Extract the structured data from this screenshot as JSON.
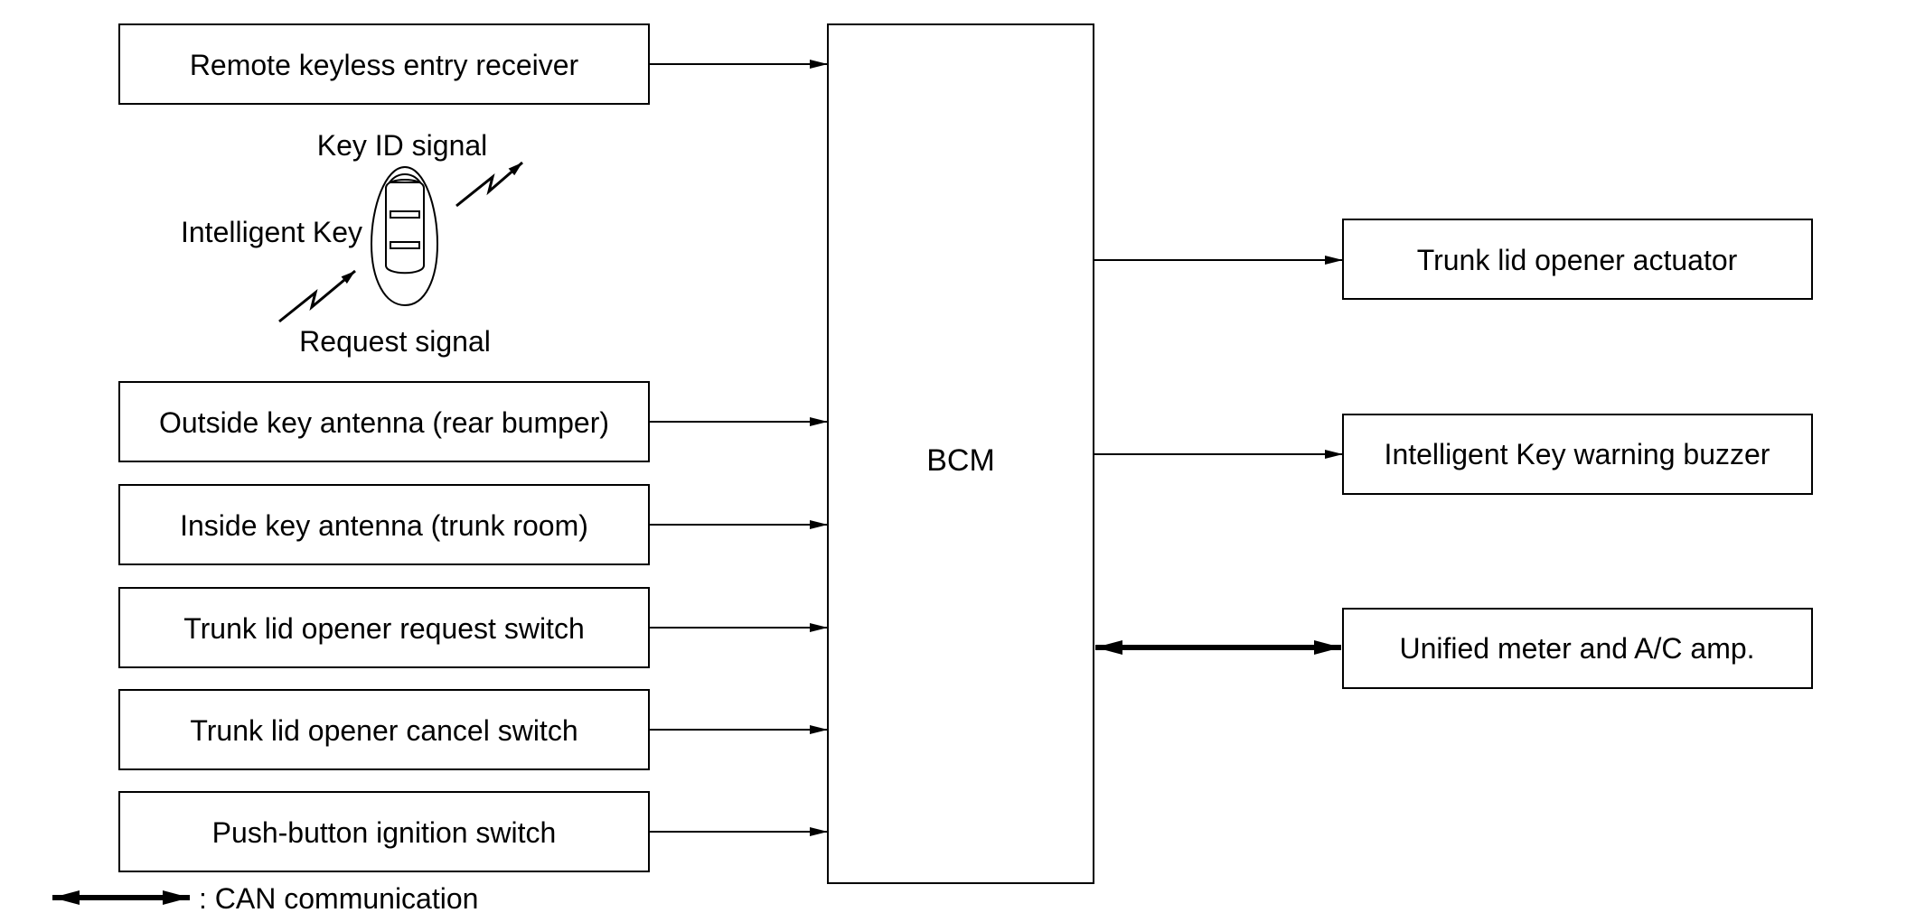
{
  "inputs": [
    {
      "label": "Remote keyless entry receiver"
    },
    {
      "label": "Outside key antenna (rear bumper)"
    },
    {
      "label": "Inside key antenna (trunk room)"
    },
    {
      "label": "Trunk lid opener request switch"
    },
    {
      "label": "Trunk lid opener cancel switch"
    },
    {
      "label": "Push-button ignition switch"
    }
  ],
  "bcm": {
    "label": "BCM"
  },
  "outputs": [
    {
      "label": "Trunk lid opener actuator"
    },
    {
      "label": "Intelligent Key warning buzzer"
    },
    {
      "label": "Unified meter and A/C amp."
    }
  ],
  "intelligent_key": {
    "label": "Intelligent Key",
    "key_id_signal": "Key ID signal",
    "request_signal": "Request signal"
  },
  "legend": {
    "can_label": ": CAN communication"
  },
  "colors": {
    "line": "#000000",
    "background": "#ffffff"
  }
}
